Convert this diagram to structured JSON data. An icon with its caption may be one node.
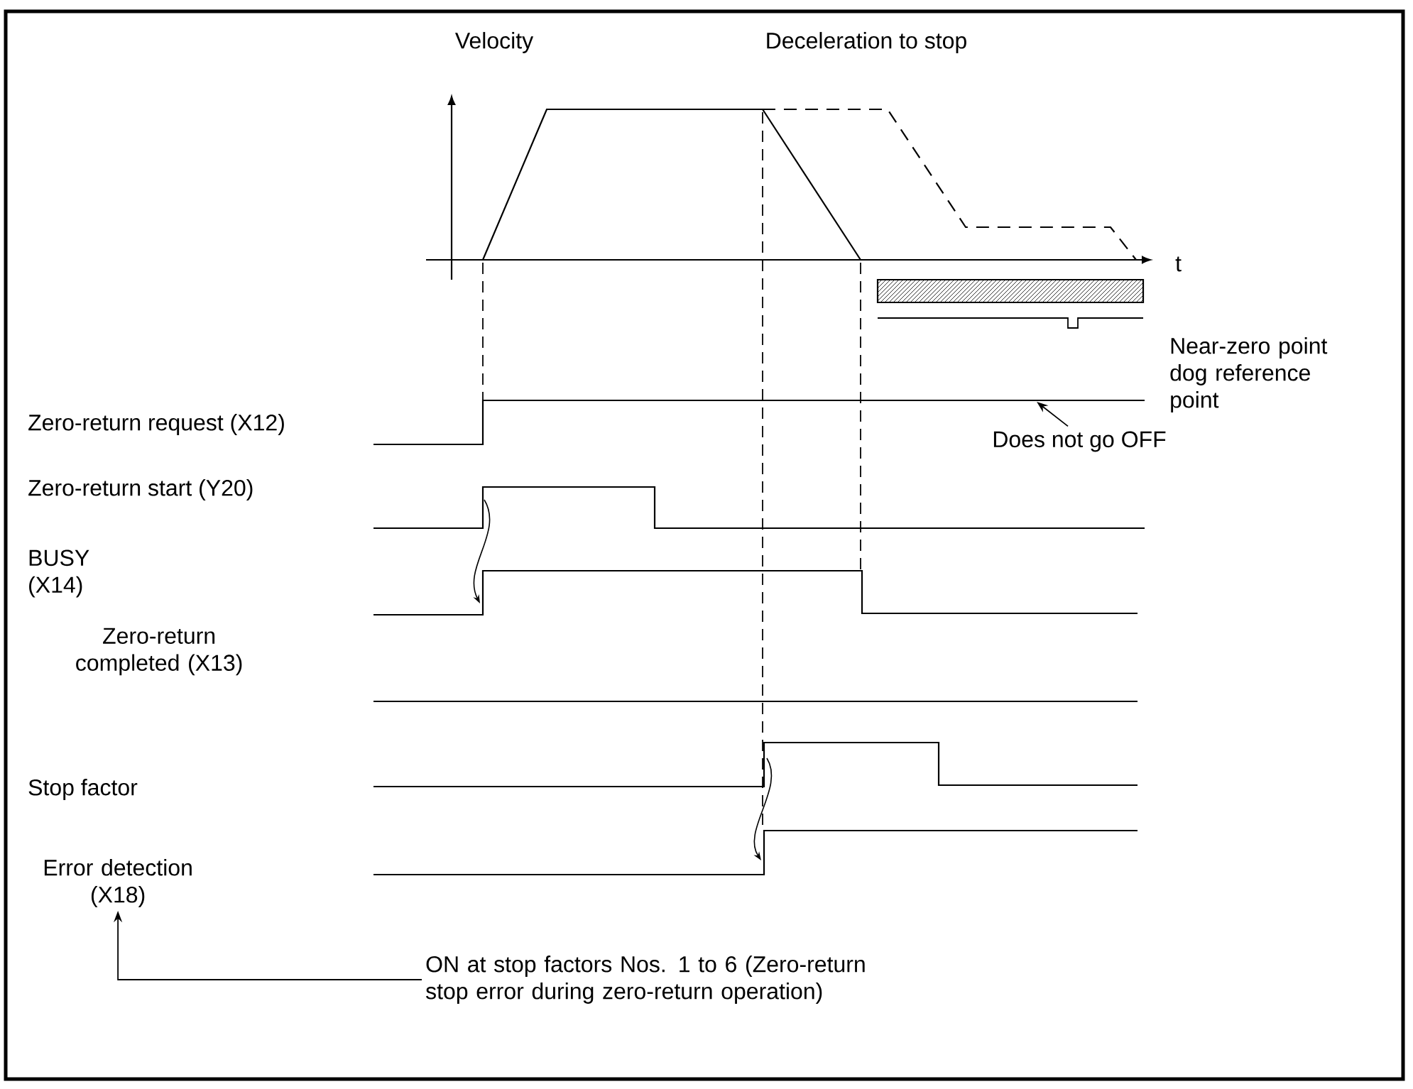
{
  "diagram": {
    "nodes": [
      {
        "text": [
          "Does not go OFF"
        ]
      },
      {
        "text": [
          "Error detection (X18)"
        ]
      },
      {
        "text": [
          "ON at stop factors Nos. 1 to 6 (Zero-return stop error during zero-return operation)"
        ]
      }
    ],
    "edges": [
      {
        "from": 0,
        "to": null,
        "arrow": "to"
      },
      {
        "from": 2,
        "to": 1,
        "arrow": "to"
      }
    ],
    "labels": [
      "Velocity",
      "Deceleration to stop",
      "t",
      "Near-zero point dog reference point",
      "Zero-return request (X12)",
      "Zero-return start (Y20)",
      "BUSY (X14)",
      "Zero-return completed (X13)",
      "Stop factor"
    ]
  }
}
